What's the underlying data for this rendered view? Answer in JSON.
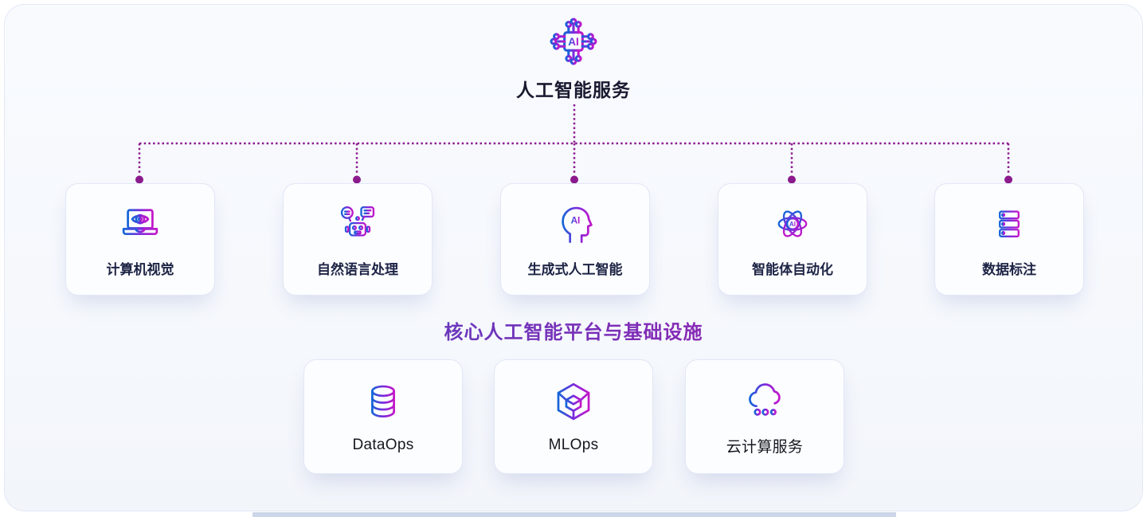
{
  "header": {
    "title": "人工智能服务",
    "icon": "ai-chip-icon"
  },
  "services": {
    "items": [
      {
        "label": "计算机视觉",
        "icon": "computer-vision-laptop-eye-icon"
      },
      {
        "label": "自然语言处理",
        "icon": "nlp-robot-chat-icon"
      },
      {
        "label": "生成式人工智能",
        "icon": "generative-ai-head-icon"
      },
      {
        "label": "智能体自动化",
        "icon": "agent-automation-atom-icon"
      },
      {
        "label": "数据标注",
        "icon": "data-annotation-servers-icon"
      }
    ]
  },
  "platform": {
    "heading": "核心人工智能平台与基础设施",
    "items": [
      {
        "label": "DataOps",
        "icon": "database-icon"
      },
      {
        "label": "MLOps",
        "icon": "cube-icon"
      },
      {
        "label": "云计算服务",
        "icon": "cloud-network-icon"
      }
    ]
  },
  "colors": {
    "icon_gradient_start": "#1565d8",
    "icon_gradient_mid": "#7a2bdd",
    "icon_gradient_end": "#c217c9",
    "connector": "#8c1b8e",
    "heading_gradient_start": "#3d51c4",
    "heading_gradient_mid": "#7a2fb8",
    "heading_gradient_end": "#c313a6",
    "title_text": "#191a30",
    "card_label_text": "#1c2344",
    "scrollbar": "#ccd6e9"
  }
}
